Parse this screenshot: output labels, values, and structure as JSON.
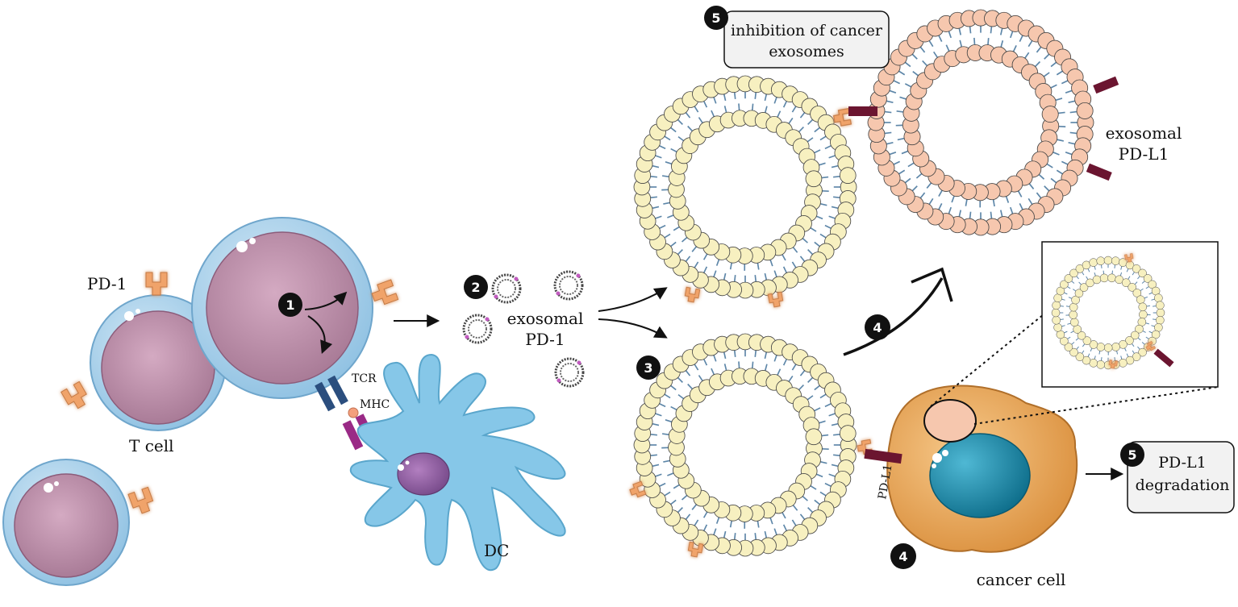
{
  "labels": {
    "pd1": "PD-1",
    "t_cell": "T cell",
    "tcr": "TCR",
    "mhc": "MHC",
    "dc": "DC",
    "exosomal_pd1_line1": "exosomal",
    "exosomal_pd1_line2": "PD-1",
    "exosomal_pdl1_line1": "exosomal",
    "exosomal_pdl1_line2": "PD-L1",
    "pdl1": "PD-L1",
    "cancer_cell": "cancer cell"
  },
  "steps": {
    "s1": "1",
    "s2": "2",
    "s3": "3",
    "s4a": "4",
    "s4b": "4",
    "s5a": "5",
    "s5b": "5"
  },
  "boxes": {
    "inhibition_line1": "inhibition of cancer",
    "inhibition_line2": "exosomes",
    "degradation_line1": "PD-L1",
    "degradation_line2": "degradation"
  },
  "colors": {
    "tcell_nucleus": "#b88aa6",
    "tcell_membrane": "#a9d0ea",
    "pd1_receptor": "#f0a36a",
    "dc_body": "#86c7e8",
    "dc_nucleus": "#8e5a9f",
    "exo_head_yellow": "#f7f0c0",
    "exo_head_pink": "#f6c7ae",
    "lipid_tail": "#5d86a8",
    "cancer_body": "#e8a85a",
    "cancer_nucleus": "#1d90ad",
    "pdl1_stick": "#6b1530"
  }
}
